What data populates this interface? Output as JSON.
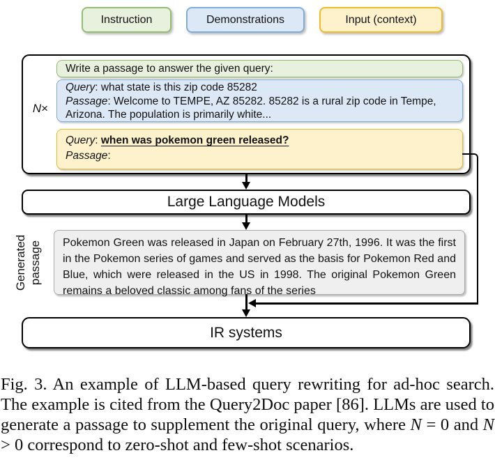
{
  "legend": {
    "instruction_label": "Instruction",
    "demonstrations_label": "Demonstrations",
    "input_label": "Input (context)"
  },
  "prompt": {
    "repeat_n": "N",
    "repeat_times": "×",
    "instruction_text": "Write a passage to answer the given query:",
    "demonstration": {
      "query_label": "Query",
      "query_sep": ": ",
      "query_text": "what state is this zip code 85282",
      "passage_label": "Passage",
      "passage_sep": ": ",
      "passage_text": "Welcome to TEMPE, AZ 85282. 85282 is a rural zip code in Tempe, Arizona. The population is primarily white..."
    },
    "input": {
      "query_label": "Query",
      "query_sep": ": ",
      "query_text": "when was pokemon green released?",
      "passage_label": "Passage",
      "passage_sep": ":"
    }
  },
  "llm_box_label": "Large Language Models",
  "generated_passage": {
    "side_label_line1": "Generated",
    "side_label_line2": "passage",
    "text": "Pokemon Green was released in Japan on February 27th, 1996. It was the first in the Pokemon series of games and served as the basis for Pokemon Red and Blue, which were released in the US in 1998. The original Pokemon Green remains a beloved classic among fans of the series"
  },
  "ir_box_label": "IR systems",
  "caption": {
    "part1": "Fig. 3. An example of LLM-based query rewriting for ad-hoc search. The example is cited from the Query2Doc paper [86]. LLMs are used to generate a passage to supplement the original query, where ",
    "math1_var": "N",
    "math1_rest": " = 0",
    "part2": " and ",
    "math2_var": "N",
    "math2_rest": " > 0",
    "part3": " correspond to zero-shot and few-shot scenarios."
  },
  "colors": {
    "instruction_fill": "#e7f1de",
    "instruction_border": "#94bf73",
    "demonstrations_fill": "#dce8f6",
    "demonstrations_border": "#7fadda",
    "input_fill": "#fdf2cc",
    "input_border": "#f3ba2a",
    "generated_fill": "#efefef",
    "generated_border": "#ababab"
  }
}
